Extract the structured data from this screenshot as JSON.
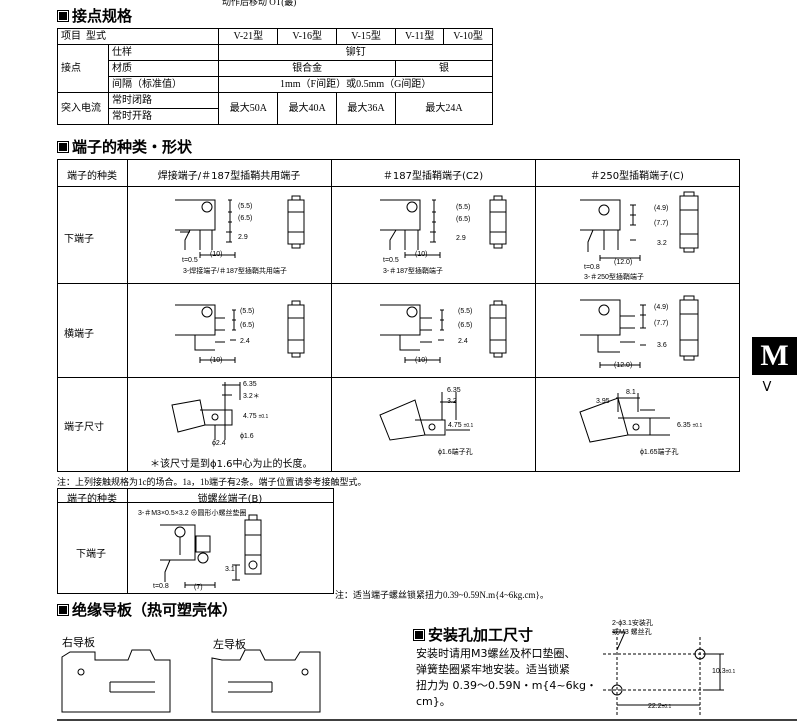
{
  "header_cut": {
    "text": "动作后移动  OT(最)"
  },
  "spec": {
    "title": "接点规格",
    "col_item": "项目",
    "col_type": "型式",
    "models": [
      "V-21型",
      "V-16型",
      "V-15型",
      "V-11型",
      "V-10型"
    ],
    "contact_label": "接点",
    "rows": [
      {
        "label": "仕样",
        "value": "铆钉"
      },
      {
        "label": "材质",
        "value_a": "银合金",
        "value_b": "银"
      },
      {
        "label": "间隔（标准值）",
        "value": "1mm（F间距）或0.5mm（G间距）"
      }
    ],
    "inrush_label": "突入电流",
    "inrush_rows": [
      "常时闭路",
      "常时开路"
    ],
    "inrush_values": [
      "最大50A",
      "最大40A",
      "最大36A",
      "最大24A"
    ]
  },
  "terminal": {
    "title": "端子的种类・形状",
    "header": [
      "端子的种类",
      "焊接端子/＃187型插鞘共用端子",
      "＃187型插鞘端子(C2)",
      "＃250型插鞘端子(C)"
    ],
    "rows": [
      "下端子",
      "横端子",
      "端子尺寸"
    ],
    "dims": {
      "d55": "(5.5)",
      "d65": "(6.5)",
      "d29": "2.9",
      "d10": "(10)",
      "t05": "t=0.5",
      "d49": "(4.9)",
      "d77": "(7.7)",
      "d32": "3.2",
      "d12": "(12.0)",
      "t08": "t=0.8",
      "d24": "2.4",
      "d36": "3.6",
      "d635": "6.35",
      "d32s": "3.2＊",
      "d475": "4.75",
      "tol": "±0.1",
      "phi16": "ϕ1.6",
      "phi24": "ϕ2.4",
      "d32b": "3.2",
      "phi16h": "ϕ1.6端子孔",
      "d395": "3.95",
      "d81": "8.1",
      "phi165": "ϕ1.65端子孔",
      "d635b": "6.35"
    },
    "cap1": "3-焊接端子/＃187型插鞘共用端子",
    "cap2": "3-＃187型插鞘端子",
    "cap3": "3-＃250型插鞘端子",
    "star_note": "＊该尺寸是到ϕ1.6中心为止的长度。"
  },
  "note1": "注：上列接触规格为1c的场合。1a，1b端子有2条。端子位置请参考接触型式。",
  "screw": {
    "header": [
      "端子的种类",
      "锁螺丝端子(B)"
    ],
    "row": "下端子",
    "cap": "3-＃M3×0.5×3.2",
    "cap2": "圆形小螺丝垫圈",
    "d31": "3.1",
    "d7": "(7)",
    "t08": "t=0.8"
  },
  "note2": "注：适当端子螺丝锁紧扭力0.39~0.59N.m{4~6kg.cm}。",
  "insulation": {
    "title": "绝缘导板（热可塑壳体）",
    "right": "右导板",
    "left": "左导板"
  },
  "mount": {
    "title": "安装孔加工尺寸",
    "lines": [
      "安装时请用M3螺丝及杯口垫圈、",
      "弹簧垫圈紧牢地安装。适当锁紧",
      "扭力为 0.39～0.59N・m{4~6kg・",
      "cm}。"
    ],
    "hole1": "2-ϕ3.1安装孔",
    "hole2": "或M3 螺丝孔",
    "d103": "10.3",
    "d222": "22.2",
    "tol": "±0.1"
  },
  "side": {
    "letter": "M",
    "sub": "V"
  }
}
